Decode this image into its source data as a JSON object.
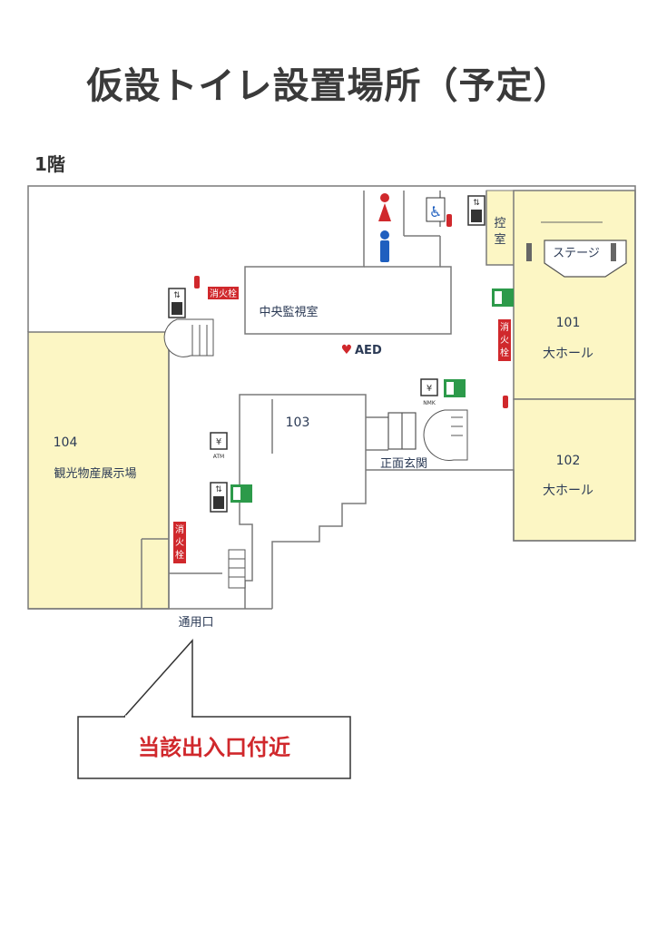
{
  "title": "仮設トイレ設置場所（予定）",
  "floor": "1階",
  "rooms": {
    "r101_num": "101",
    "r101_name": "大ホール",
    "r102_num": "102",
    "r102_name": "大ホール",
    "r103_num": "103",
    "r104_num": "104",
    "r104_name": "観光物産展示場",
    "stage": "ステージ",
    "control": [
      "控",
      "室"
    ],
    "monitor": "中央監視室",
    "entrance": "正面玄関",
    "service": "通用口"
  },
  "markers": {
    "aed": "AED",
    "hydrant": "消火栓",
    "atm": "ATM",
    "nmk": "NMK"
  },
  "callout": "当該出入口付近",
  "colors": {
    "room_fill": "#fcf6c4",
    "wall": "#7a7a7a",
    "red": "#d0282c",
    "blue": "#1f5fbf",
    "green": "#2c9a4a"
  }
}
